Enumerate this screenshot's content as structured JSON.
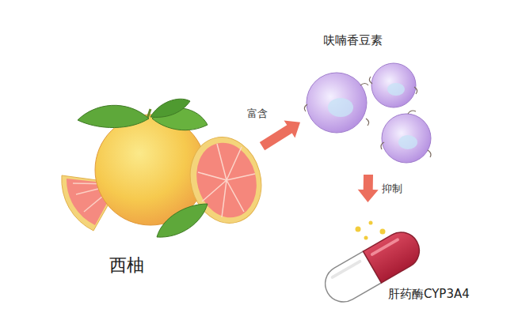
{
  "diagram": {
    "nodes": [
      {
        "text": [
          "西柚"
        ]
      },
      {
        "text": [
          "呋喃香豆素"
        ]
      },
      {
        "text": [
          "肝药酶CYP3A4"
        ]
      }
    ],
    "edges": [
      {
        "from": 0,
        "to": 1,
        "label": "富含",
        "arrow": "to"
      },
      {
        "from": 1,
        "to": 2,
        "label": "抑制",
        "arrow": "to"
      }
    ]
  }
}
